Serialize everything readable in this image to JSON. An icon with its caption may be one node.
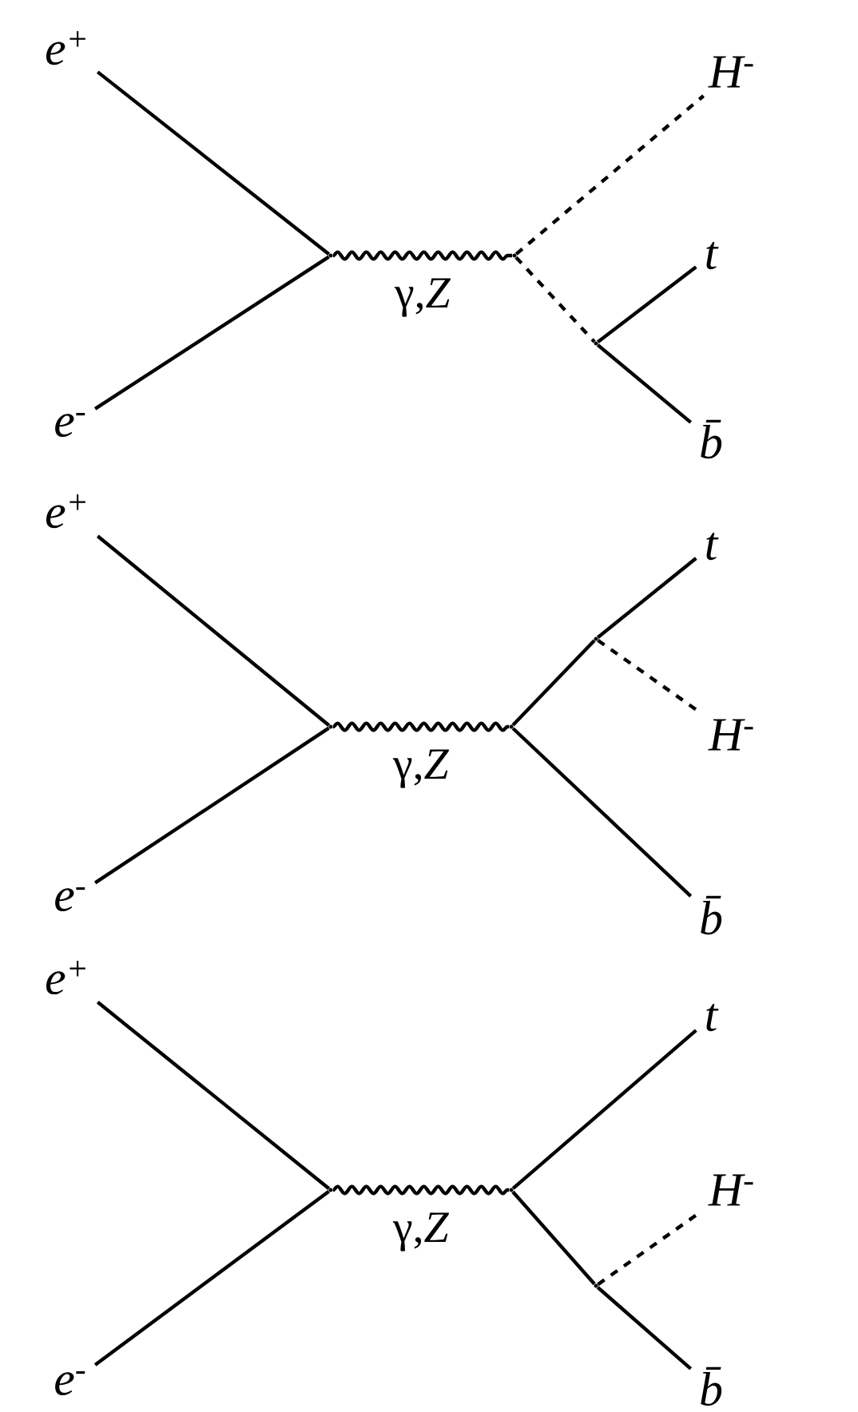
{
  "diagram": {
    "nodes": [
      {
        "text": [
          "e$^{+}$"
        ]
      },
      {
        "text": [
          "H$^{-}$"
        ]
      },
      {
        "text": [],
        "shape": "point"
      },
      {
        "text": [],
        "shape": "point"
      },
      {
        "text": [
          "t"
        ]
      },
      {
        "text": [],
        "shape": "point"
      },
      {
        "text": [
          "e$^{-}$"
        ]
      },
      {
        "text": [
          "b̄"
        ]
      },
      {
        "text": [
          "e$^{+}$"
        ]
      },
      {
        "text": [
          "t"
        ]
      },
      {
        "text": [],
        "shape": "point"
      },
      {
        "text": [],
        "shape": "point"
      },
      {
        "text": [],
        "shape": "point"
      },
      {
        "text": [
          "H$^{-}$"
        ]
      },
      {
        "text": [
          "e$^{-}$"
        ]
      },
      {
        "text": [
          "b̄"
        ]
      },
      {
        "text": [
          "e$^{+}$"
        ]
      },
      {
        "text": [
          "t"
        ]
      },
      {
        "text": [],
        "shape": "point"
      },
      {
        "text": [],
        "shape": "point"
      },
      {
        "text": [
          "H$^{-}$"
        ]
      },
      {
        "text": [],
        "shape": "point"
      },
      {
        "text": [
          "e$^{-}$"
        ]
      },
      {
        "text": [
          "b̄"
        ]
      }
    ],
    "edges": [
      {
        "from": 0,
        "to": 2,
        "arrow": "none"
      },
      {
        "from": 6,
        "to": 2,
        "arrow": "none"
      },
      {
        "from": 2,
        "to": 3,
        "arrow": "none",
        "label": "γ,*Z*"
      },
      {
        "from": 3,
        "to": 1,
        "arrow": "none",
        "style": "dashed"
      },
      {
        "from": 3,
        "to": 5,
        "arrow": "none",
        "style": "dashed"
      },
      {
        "from": 5,
        "to": 4,
        "arrow": "none"
      },
      {
        "from": 5,
        "to": 7,
        "arrow": "none"
      },
      {
        "from": 8,
        "to": 10,
        "arrow": "none"
      },
      {
        "from": 14,
        "to": 10,
        "arrow": "none"
      },
      {
        "from": 10,
        "to": 11,
        "arrow": "none",
        "label": "γ,*Z*"
      },
      {
        "from": 11,
        "to": 12,
        "arrow": "none"
      },
      {
        "from": 12,
        "to": 9,
        "arrow": "none"
      },
      {
        "from": 12,
        "to": 13,
        "arrow": "none",
        "style": "dashed"
      },
      {
        "from": 11,
        "to": 15,
        "arrow": "none"
      },
      {
        "from": 16,
        "to": 18,
        "arrow": "none"
      },
      {
        "from": 22,
        "to": 18,
        "arrow": "none"
      },
      {
        "from": 18,
        "to": 19,
        "arrow": "none",
        "label": "γ,*Z*"
      },
      {
        "from": 19,
        "to": 17,
        "arrow": "none"
      },
      {
        "from": 19,
        "to": 21,
        "arrow": "none"
      },
      {
        "from": 21,
        "to": 23,
        "arrow": "none"
      },
      {
        "from": 21,
        "to": 20,
        "arrow": "none",
        "style": "dashed"
      }
    ]
  }
}
